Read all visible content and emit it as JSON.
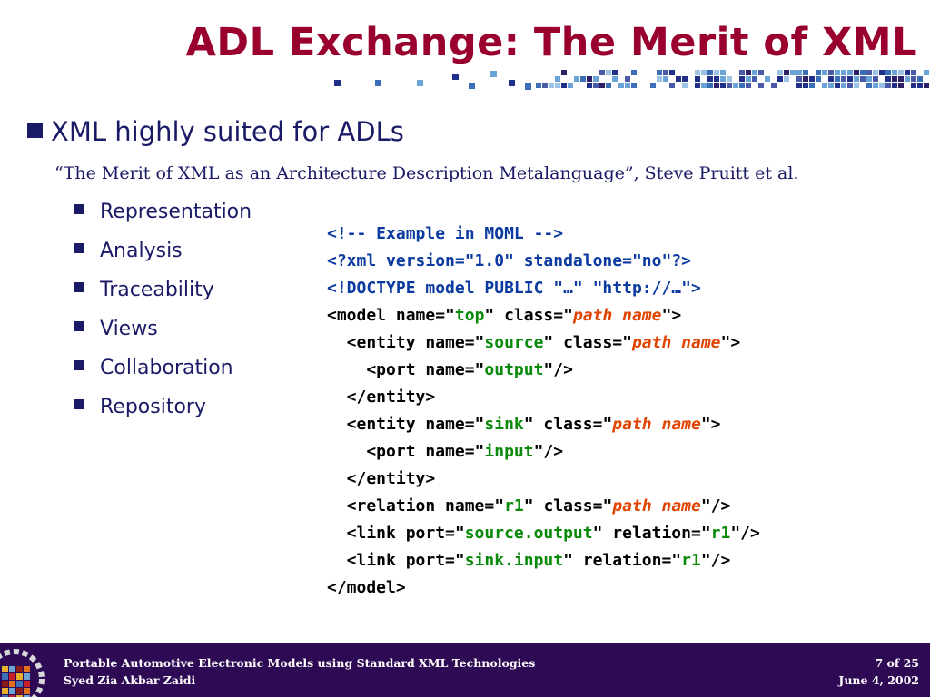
{
  "slide": {
    "title": "ADL Exchange: The Merit of XML",
    "main_bullet": "XML highly suited for ADLs",
    "citation": "“The Merit of XML as an Architecture Description Metalanguage”, Steve Pruitt et al.",
    "sub_bullets": [
      "Representation",
      "Analysis",
      "Traceability",
      "Views",
      "Collaboration",
      "Repository"
    ]
  },
  "code": {
    "lines": [
      [
        {
          "t": "<!-- Example in MOML -->",
          "c": "blue"
        }
      ],
      [
        {
          "t": "<?xml version=\"1.0\" standalone=\"no\"?>",
          "c": "blue"
        }
      ],
      [
        {
          "t": "<!DOCTYPE model PUBLIC \"…\" \"http://…\">",
          "c": "blue"
        }
      ],
      [
        {
          "t": "<model name=\""
        },
        {
          "t": "top",
          "c": "green"
        },
        {
          "t": "\" class=\""
        },
        {
          "t": "path name",
          "c": "orange"
        },
        {
          "t": "\">"
        }
      ],
      [
        {
          "t": "  <entity name=\""
        },
        {
          "t": "source",
          "c": "green"
        },
        {
          "t": "\" class=\""
        },
        {
          "t": "path name",
          "c": "orange"
        },
        {
          "t": "\">"
        }
      ],
      [
        {
          "t": "    <port name=\""
        },
        {
          "t": "output",
          "c": "green"
        },
        {
          "t": "\"/>"
        }
      ],
      [
        {
          "t": "  </entity>"
        }
      ],
      [
        {
          "t": "  <entity name=\""
        },
        {
          "t": "sink",
          "c": "green"
        },
        {
          "t": "\" class=\""
        },
        {
          "t": "path name",
          "c": "orange"
        },
        {
          "t": "\">"
        }
      ],
      [
        {
          "t": "    <port name=\""
        },
        {
          "t": "input",
          "c": "green"
        },
        {
          "t": "\"/>"
        }
      ],
      [
        {
          "t": "  </entity>"
        }
      ],
      [
        {
          "t": "  <relation name=\""
        },
        {
          "t": "r1",
          "c": "green"
        },
        {
          "t": "\" class=\""
        },
        {
          "t": "path name",
          "c": "orange"
        },
        {
          "t": "\"/>"
        }
      ],
      [
        {
          "t": "  <link port=\""
        },
        {
          "t": "source.output",
          "c": "green"
        },
        {
          "t": "\" relation=\""
        },
        {
          "t": "r1",
          "c": "green"
        },
        {
          "t": "\"/>"
        }
      ],
      [
        {
          "t": "  <link port=\""
        },
        {
          "t": "sink.input",
          "c": "green"
        },
        {
          "t": "\" relation=\""
        },
        {
          "t": "r1",
          "c": "green"
        },
        {
          "t": "\"/>"
        }
      ],
      [
        {
          "t": "</model>"
        }
      ]
    ]
  },
  "footer": {
    "presentation_title": "Portable Automotive Electronic Models using Standard XML Technologies",
    "author": "Syed Zia Akbar Zaidi",
    "page": "7  of  25",
    "date": "June 4, 2002"
  },
  "colors": {
    "title": "#99002e",
    "text": "#1a1a66",
    "code_blue": "#0b3aa0",
    "code_green": "#0a8a0a",
    "code_orange": "#e04400",
    "footer_bg": "#2e0a55"
  },
  "icons": {
    "title_decoration": "mosaic-squares-strip",
    "footer_logo": "gear-mosaic-logo",
    "bullet": "filled-square-bullet"
  }
}
